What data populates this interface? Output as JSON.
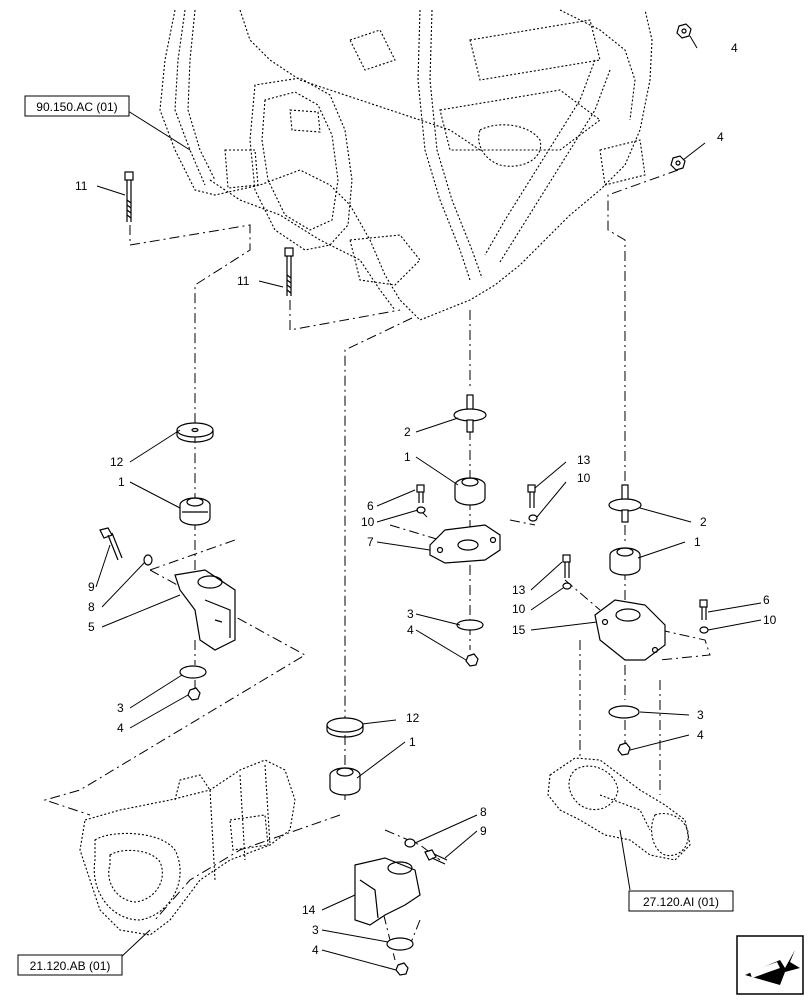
{
  "references": {
    "cab": "90.150.AC (01)",
    "transmission": "21.120.AB (01)",
    "axle": "27.120.AI (01)"
  },
  "callouts": {
    "c1": "1",
    "c2": "1",
    "c3": "1",
    "c4": "1",
    "c5": "2",
    "c6": "2",
    "c7": "3",
    "c8": "3",
    "c9": "3",
    "c10": "3",
    "c11": "4",
    "c12": "4",
    "c13": "4",
    "c14": "4",
    "c15": "4",
    "c16": "4",
    "c17": "5",
    "c18": "6",
    "c19": "6",
    "c20": "7",
    "c21": "8",
    "c22": "8",
    "c23": "9",
    "c24": "9",
    "c25": "10",
    "c26": "10",
    "c27": "10",
    "c28": "10",
    "c29": "11",
    "c30": "11",
    "c31": "12",
    "c32": "12",
    "c33": "13",
    "c34": "13",
    "c35": "14",
    "c36": "15"
  }
}
